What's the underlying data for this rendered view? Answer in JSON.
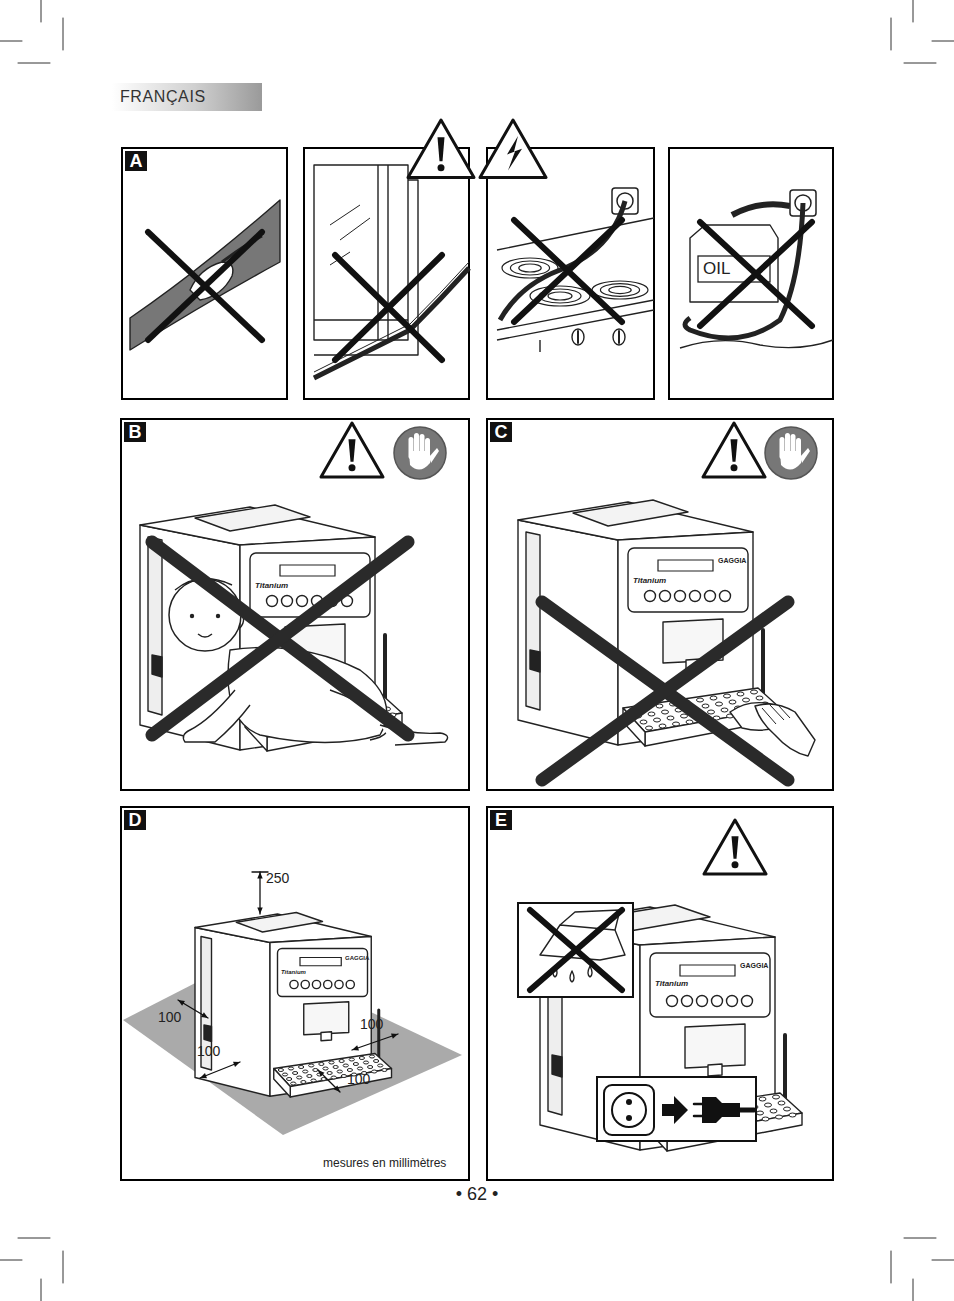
{
  "diagram": {
    "nodes": [
      {
        "text": [
          "FRANÇAIS"
        ]
      },
      {
        "text": [
          "A"
        ]
      },
      {
        "text": [
          "B"
        ]
      },
      {
        "text": [
          "C"
        ]
      },
      {
        "text": [
          "D"
        ]
      },
      {
        "text": [
          "E"
        ]
      }
    ],
    "labels": [
      "OIL",
      "Titanium",
      "Titanium",
      "GAGGIA",
      "250",
      "Titanium",
      "GAGGIA",
      "100",
      "100",
      "100",
      "100",
      "mesures en millimètres",
      "Titanium",
      "GAGGIA",
      "• 62 •"
    ]
  }
}
